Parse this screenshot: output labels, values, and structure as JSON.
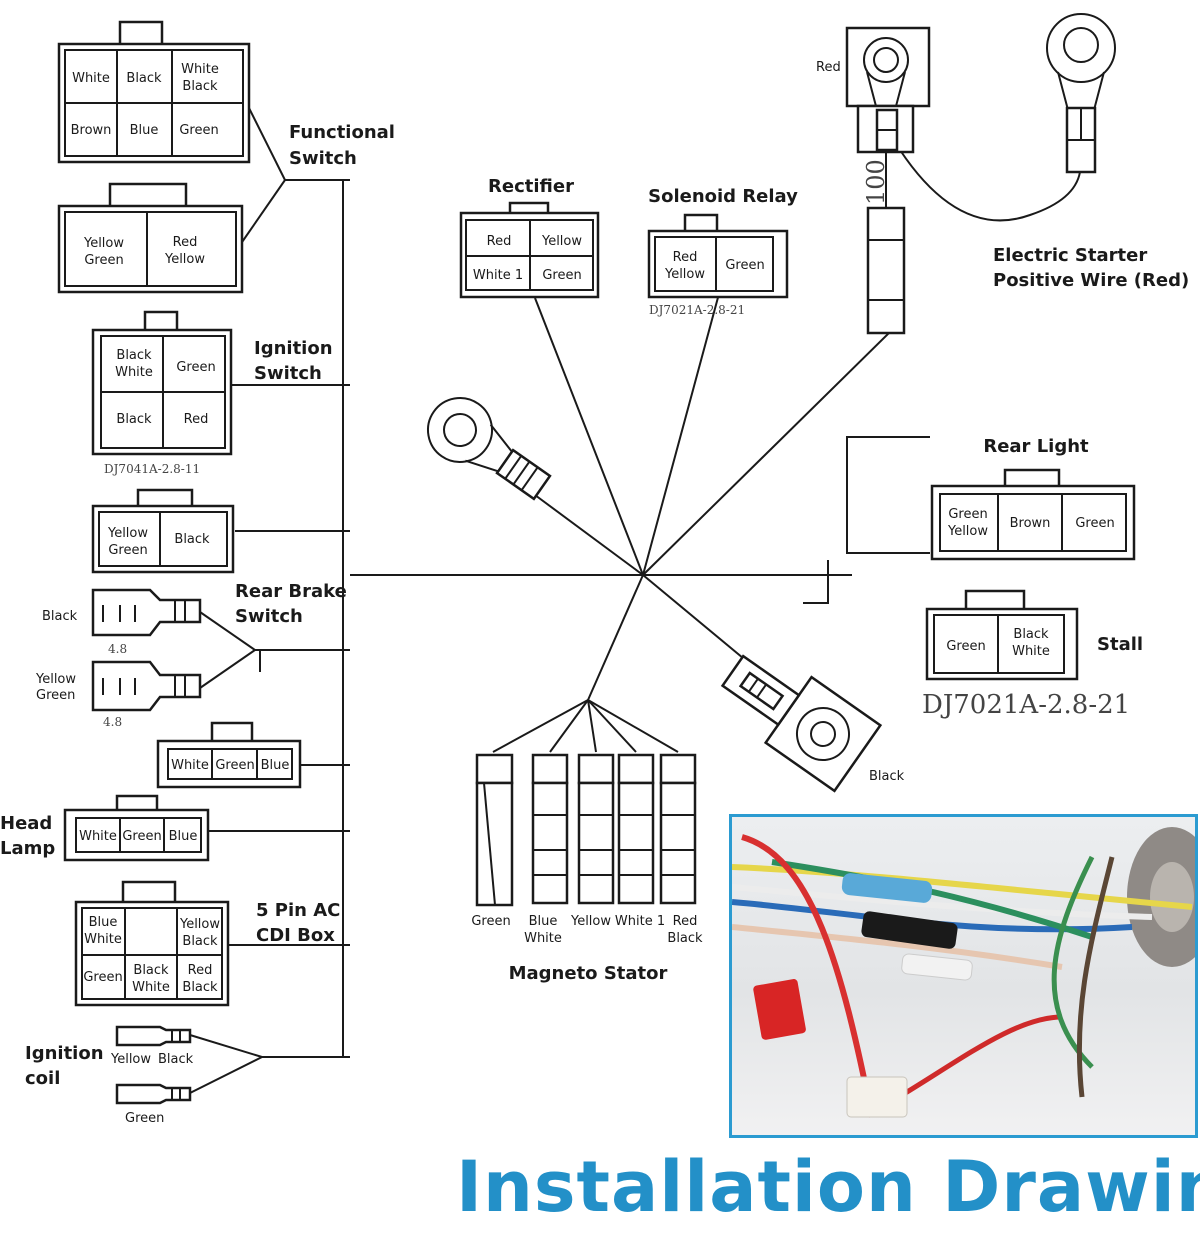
{
  "functional_switch": {
    "title_line1": "Functional",
    "title_line2": "Switch",
    "connector_a": [
      [
        "White",
        "Black",
        "White|Black"
      ],
      [
        "Brown",
        "Blue",
        "Green"
      ]
    ],
    "connector_b": [
      "Yellow|Green",
      "Red|Yellow"
    ]
  },
  "ignition_switch": {
    "title_line1": "Ignition",
    "title_line2": "Switch",
    "cells": [
      [
        "Black|White",
        "Green"
      ],
      [
        "Black",
        "Red"
      ]
    ],
    "part_no": "DJ7041A-2.8-11"
  },
  "two_pin": {
    "cells": [
      "Yellow|Green",
      "Black"
    ]
  },
  "rear_brake_switch": {
    "title_line1": "Rear Brake",
    "title_line2": "Switch",
    "wire1": "Black",
    "wire2_line1": "Yellow",
    "wire2_line2": "Green",
    "size": "4.8"
  },
  "three_pin": {
    "cells": [
      "White",
      "Green",
      "Blue"
    ]
  },
  "head_lamp": {
    "title_line1": "Head",
    "title_line2": "Lamp",
    "cells": [
      "White",
      "Green",
      "Blue"
    ]
  },
  "cdi_box": {
    "title_line1": "5 Pin AC",
    "title_line2": "CDI Box",
    "cells": [
      [
        "Blue|White",
        "",
        "Yellow|Black"
      ],
      [
        "Green",
        "Black|White",
        "Red|Black"
      ]
    ]
  },
  "ignition_coil": {
    "title_line1": "Ignition",
    "title_line2": "coil",
    "wire1": "Yellow",
    "wire2": "Black",
    "wire3": "Green"
  },
  "rectifier": {
    "title": "Rectifier",
    "cells": [
      [
        "Red",
        "Yellow"
      ],
      [
        "White 1",
        "Green"
      ]
    ]
  },
  "solenoid_relay": {
    "title": "Solenoid Relay",
    "cells": [
      "Red|Yellow",
      "Green"
    ],
    "part_no": "DJ7021A-2.8-21"
  },
  "starter": {
    "red_label": "Red",
    "number": "100",
    "title_line1": "Electric Starter",
    "title_line2": "Positive Wire (Red)"
  },
  "rear_light": {
    "title": "Rear Light",
    "cells": [
      "Green|Yellow",
      "Brown",
      "Green"
    ]
  },
  "stall": {
    "title": "Stall",
    "cells": [
      "Green",
      "Black|White"
    ],
    "part_no": "DJ7021A-2.8-21"
  },
  "ground": {
    "label": "Black"
  },
  "magneto_stator": {
    "title": "Magneto Stator",
    "wires": [
      "Green",
      "Blue|White",
      "Yellow",
      "White 1",
      "Red|Black"
    ]
  },
  "banner": {
    "title": "Installation Drawings"
  },
  "colors": {
    "title": "#2390c8",
    "photo_border": "#2b9bd1",
    "line": "#1a1a1a"
  }
}
